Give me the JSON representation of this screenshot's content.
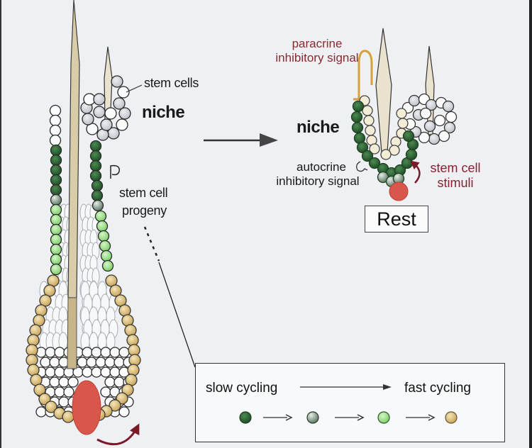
{
  "labels": {
    "stem_cells": "stem cells",
    "niche_left": "niche",
    "stem_cell_progeny_line1": "stem cell",
    "stem_cell_progeny_line2": "progeny",
    "paracrine_line1": "paracrine",
    "paracrine_line2": "inhibitory signal",
    "niche_right": "niche",
    "autocrine_line1": "autocrine",
    "autocrine_line2": "inhibitory signal",
    "stem_cell_stimuli_line1": "stem cell",
    "stem_cell_stimuli_line2": "stimuli",
    "rest": "Rest"
  },
  "legend": {
    "slow": "slow cycling",
    "fast": "fast cycling",
    "stages": [
      {
        "name": "dark-green",
        "color": "#2f6b35"
      },
      {
        "name": "grey-green",
        "color": "#9aa5a0"
      },
      {
        "name": "light-green",
        "color": "#9be08e"
      },
      {
        "name": "tan",
        "color": "#e0c07a"
      }
    ]
  },
  "colors": {
    "dark_green": "#2f6b35",
    "light_green": "#9be08e",
    "tan": "#d9bc78",
    "grey": "#cfd3d8",
    "papilla_red": "#d9574a",
    "signal_red": "#8a2030",
    "paracrine_orange": "#d4a040",
    "hair_shaft": "#d8ccaa"
  }
}
